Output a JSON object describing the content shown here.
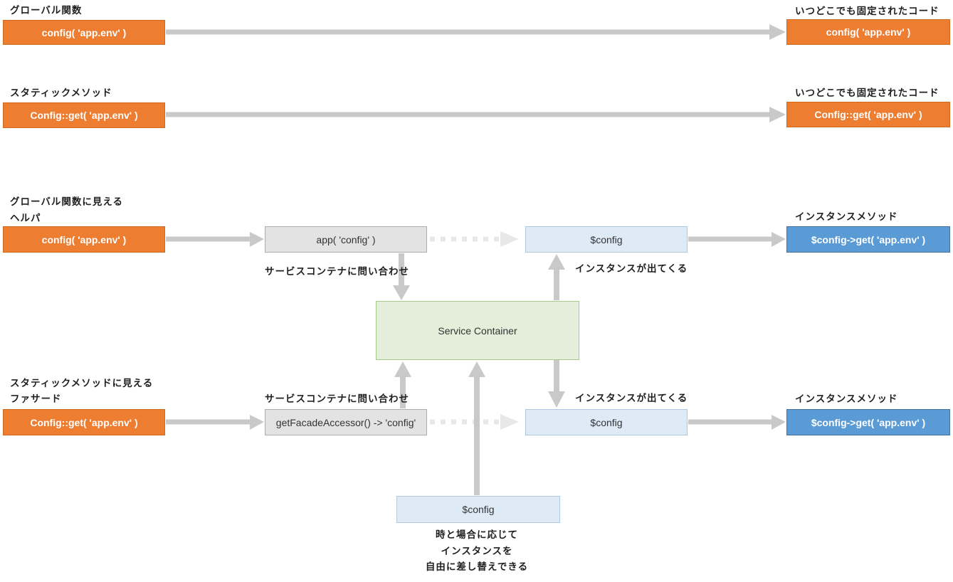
{
  "rows": {
    "global_function": {
      "heading": "グローバル関数",
      "source_label": "config( 'app.env' )",
      "target_heading": "いつどこでも固定されたコード",
      "target_label": "config( 'app.env' )"
    },
    "static_method": {
      "heading": "スタティックメソッド",
      "source_label": "Config::get( 'app.env' )",
      "target_heading": "いつどこでも固定されたコード",
      "target_label": "Config::get( 'app.env' )"
    },
    "helper": {
      "heading_line1": "グローバル関数に見える",
      "heading_line2": "ヘルパ",
      "source_label": "config( 'app.env' )",
      "resolver_label": "app( 'config' )",
      "resolver_note": "サービスコンテナに問い合わせ",
      "instance_label": "$config",
      "instance_note": "インスタンスが出てくる",
      "target_heading": "インスタンスメソッド",
      "target_label": "$config->get( 'app.env' )"
    },
    "facade": {
      "heading_line1": "スタティックメソッドに見える",
      "heading_line2": "ファサード",
      "source_label": "Config::get( 'app.env' )",
      "resolver_label": "getFacadeAccessor() -> 'config'",
      "resolver_note": "サービスコンテナに問い合わせ",
      "instance_label": "$config",
      "instance_note": "インスタンスが出てくる",
      "target_heading": "インスタンスメソッド",
      "target_label": "$config->get( 'app.env' )"
    }
  },
  "service_container": {
    "label": "Service Container"
  },
  "swap": {
    "instance_label": "$config",
    "note_line1": "時と場合に応じて",
    "note_line2": "インスタンスを",
    "note_line3": "自由に差し替えできる"
  },
  "colors": {
    "orange_fill": "#ED7D31",
    "orange_border": "#CF691E",
    "gray_fill": "#E3E3E3",
    "gray_border": "#ADADAD",
    "lightblue_fill": "#DEEBF7",
    "lightblue_border": "#AEC8E0",
    "blue_fill": "#5B9BD5",
    "blue_border": "#41719C",
    "green_fill": "#E3EFDA",
    "green_border": "#A7C98C",
    "arrow_solid": "#C9C9C9",
    "arrow_dotted": "#E8E8E8"
  }
}
